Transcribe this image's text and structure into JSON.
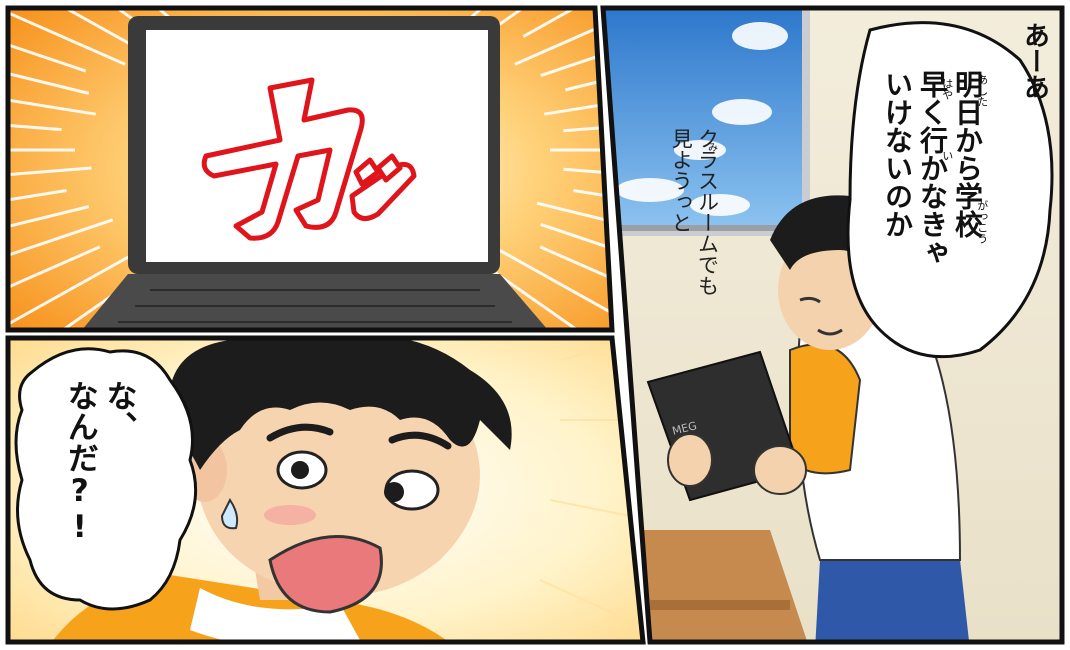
{
  "panel_top_left": {
    "sfx": "カッ"
  },
  "panel_bottom_left": {
    "speech": "な、\nなんだ?!"
  },
  "panel_right": {
    "speech_main": "明日から学校\n早く行かなきゃ\nいけないのか",
    "ruby_ashita": "あした",
    "ruby_haya": "はや",
    "ruby_i": "い",
    "ruby_gakkou": "がっこう",
    "sigh": "あーあ",
    "monologue": "クラスルームでも\n見ようっと",
    "ruby_mi": "み",
    "laptop_brand": "MEG"
  },
  "colors": {
    "border": "#111111",
    "burst_orange": "#f7931e",
    "sky": "#4a90d9",
    "shirt_orange": "#f7a21b",
    "sfx_red": "#e0141b"
  }
}
